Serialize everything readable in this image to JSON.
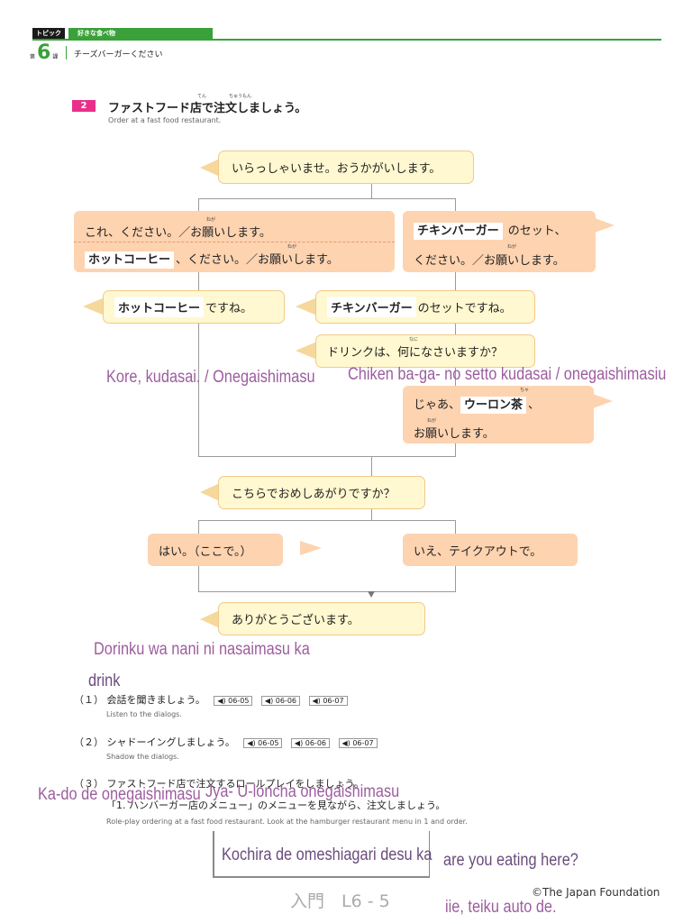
{
  "header": {
    "topic_label": "トピック",
    "topic_title": "好きな食べ物",
    "chapter_prefix": "第",
    "chapter_number": "6",
    "chapter_suffix": "課",
    "chapter_title": "チーズバーガーください"
  },
  "section": {
    "number": "2",
    "title": "ファストフード店で注文しましょう。",
    "title_en": "Order at a fast food restaurant.",
    "ruby_ten": "てん",
    "ruby_chuumon": "ちゅうもん"
  },
  "dialog": {
    "greeting": "いらっしゃいませ。おうかがいします。",
    "order_left_1": "これ、ください。／お願いします。",
    "order_left_2_item": "ホットコーヒー",
    "order_left_2_rest": "、ください。／お願いします。",
    "order_right_item": "チキンバーガー",
    "order_right_rest_1": " のセット、",
    "order_right_rest_2": "ください。／お願いします。",
    "confirm_left_item": "ホットコーヒー",
    "confirm_left_rest": "ですね。",
    "confirm_right_item": "チキンバーガー",
    "confirm_right_rest": "のセットですね。",
    "drink_question": "ドリンクは、何になさいますか？",
    "drink_answer_1": "じゃあ、",
    "drink_answer_item": "ウーロン茶",
    "drink_answer_2": "、",
    "drink_answer_3": "お願いします。",
    "eat_here": "こちらでおめしあがりですか？",
    "yes_here": "はい。（ここで。）",
    "no_takeout": "いえ、テイクアウトで。",
    "thanks": "ありがとうございます。",
    "ruby_negai": "ねが",
    "ruby_nani": "なに",
    "ruby_cha": "ちゃ"
  },
  "handwritten": {
    "note_left": "Kore, kudasai. / Onegaishimasu",
    "note_right": "Chiken ba-ga- no setto kudasai / onegaishimasiu",
    "note_drink": "Dorinku wa nani ni nasaimasu ka",
    "note_drink_en": "drink",
    "note_coffee": "Ka-do de onegaishimasu",
    "note_oolong": "Jya- U-loncha onegaishimasu",
    "note_kochira": "Kochira de omeshiagari desu ka",
    "note_eating_here": "are you eating here?",
    "note_page": "入門　L6 - 5",
    "note_iie": "iie, teiku auto de."
  },
  "questions": [
    {
      "num": "（１）",
      "text": "会話を聞きましょう。",
      "en": "Listen to the dialogs.",
      "audio": [
        "06-05",
        "06-06",
        "06-07"
      ]
    },
    {
      "num": "（２）",
      "text": "シャドーイングしましょう。",
      "en": "Shadow the dialogs.",
      "audio": [
        "06-05",
        "06-06",
        "06-07"
      ]
    },
    {
      "num": "（３）",
      "text": "ファストフード店で注文するロールプレイをしましょう。",
      "text2": "「1. ハンバーガー店のメニュー」のメニューを見ながら、注文しましょう。",
      "en": "Role-play ordering at a fast food restaurant. Look at the hamburger restaurant menu in 1 and order."
    }
  ],
  "footer": {
    "copyright": "©The Japan Foundation"
  },
  "colors": {
    "green": "#3aa13a",
    "pink": "#e8308a",
    "bubble_yellow": "#fff8d0",
    "bubble_orange": "#fdd3b0",
    "handwriting": "#9c5d9e"
  },
  "icons": {
    "audio": "speaker-icon"
  }
}
